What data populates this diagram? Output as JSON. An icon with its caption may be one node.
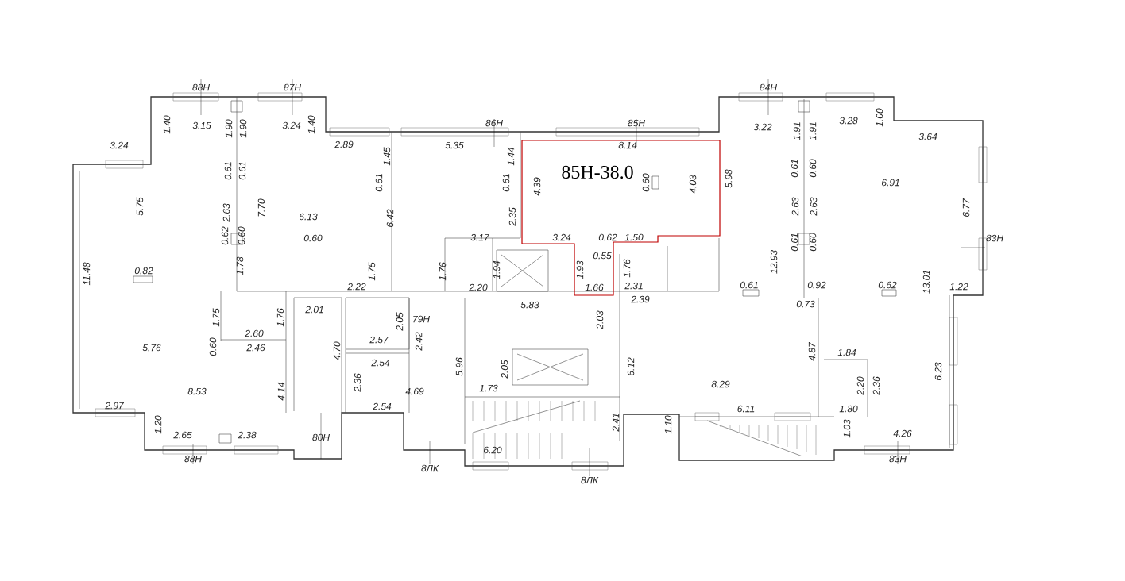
{
  "diagram": {
    "nodes": [
      {
        "text": [
          "85Н-38.0"
        ]
      }
    ],
    "labels": [
      "88Н",
      "87Н",
      "84Н",
      "1.40",
      "1.40",
      "3.15",
      "1.90",
      "1.90",
      "3.24",
      "86Н",
      "85Н",
      "3.22",
      "1.91",
      "1.91",
      "3.28",
      "1.00",
      "3.24",
      "2.89",
      "5.35",
      "1.45",
      "1.44",
      "8.14",
      "3.64",
      "0.61",
      "0.61",
      "0.61",
      "0.61",
      "4.39",
      "0.60",
      "4.03",
      "5.98",
      "0.61",
      "0.60",
      "6.91",
      "5.75",
      "2.63",
      "7.70",
      "6.13",
      "2.63",
      "2.63",
      "6.77",
      "6.42",
      "2.35",
      "3.17",
      "3.24",
      "0.62",
      "1.50",
      "0.62",
      "0.60",
      "0.60",
      "0.61",
      "0.60",
      "83Н",
      "0.55",
      "12.93",
      "11.48",
      "0.82",
      "1.78",
      "1.75",
      "1.76",
      "1.94",
      "1.93",
      "1.76",
      "2.22",
      "2.20",
      "1.66",
      "2.31",
      "0.61",
      "0.92",
      "0.62",
      "13.01",
      "1.22",
      "5.83",
      "2.39",
      "0.73",
      "2.01",
      "1.75",
      "1.76",
      "2.05",
      "79Н",
      "2.03",
      "2.60",
      "2.57",
      "2.42",
      "5.76",
      "0.60",
      "2.46",
      "4.70",
      "2.54",
      "4.87",
      "1.84",
      "8.53",
      "4.14",
      "2.36",
      "4.69",
      "5.96",
      "1.73",
      "2.05",
      "6.12",
      "8.29",
      "2.20",
      "2.36",
      "6.23",
      "2.97",
      "2.54",
      "6.11",
      "1.80",
      "1.20",
      "2.41",
      "1.10",
      "1.03",
      "2.65",
      "2.38",
      "80Н",
      "4.26",
      "88Н",
      "6.20",
      "83Н",
      "8ЛК",
      "8ЛК"
    ]
  }
}
